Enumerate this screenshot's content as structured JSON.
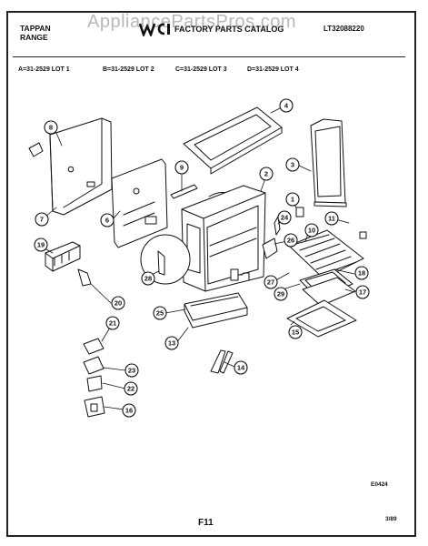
{
  "header": {
    "watermark": "AppliancePartsPros.com",
    "brand_line1": "TAPPAN",
    "brand_line2": "RANGE",
    "catalog_title": "FACTORY PARTS CATALOG",
    "catalog_number": "LT32088220"
  },
  "lots": [
    {
      "label": "A=31-2529 LOT 1"
    },
    {
      "label": "B=31-2529 LOT 2"
    },
    {
      "label": "C=31-2529 LOT 3"
    },
    {
      "label": "D=31-2529 LOT 4"
    }
  ],
  "callouts": [
    "1",
    "2",
    "3",
    "4",
    "6",
    "7",
    "8",
    "9",
    "10",
    "11",
    "13",
    "14",
    "15",
    "16",
    "17",
    "18",
    "19",
    "20",
    "21",
    "22",
    "23",
    "24",
    "25",
    "26",
    "27",
    "28",
    "29"
  ],
  "footer": {
    "reference": "E0424",
    "page": "F11",
    "date": "3/89"
  }
}
